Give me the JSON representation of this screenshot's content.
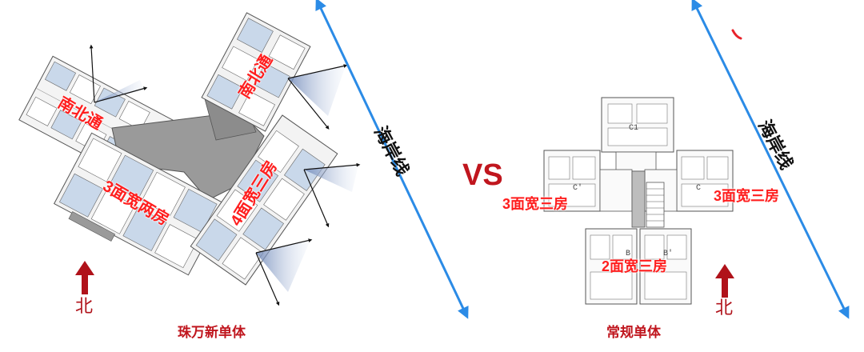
{
  "left_plan": {
    "labels": {
      "north_south_top": "南北通",
      "north_south_left": "南北通",
      "two_bed": "3面宽两房",
      "three_bed": "4面宽三房"
    },
    "coastline": "海岸线",
    "north": "北",
    "caption": "珠万新单体"
  },
  "vs": "VS",
  "right_plan": {
    "labels": {
      "left_wing": "3面宽三房",
      "right_wing": "3面宽三房",
      "bottom": "2面宽三房"
    },
    "unit_tags": {
      "top": "C1",
      "left": "C'",
      "right": "C",
      "bottom_left": "B",
      "bottom_right": "B'"
    },
    "coastline": "海岸线",
    "north": "北",
    "caption": "常规单体"
  },
  "colors": {
    "coastline": "#2b8be6",
    "label_red": "#ff1e1e",
    "north_arrow": "#b0121a",
    "caption": "#c0161e",
    "core_gray": "#8c8c8c",
    "window_blue": "#c9d8ea"
  }
}
